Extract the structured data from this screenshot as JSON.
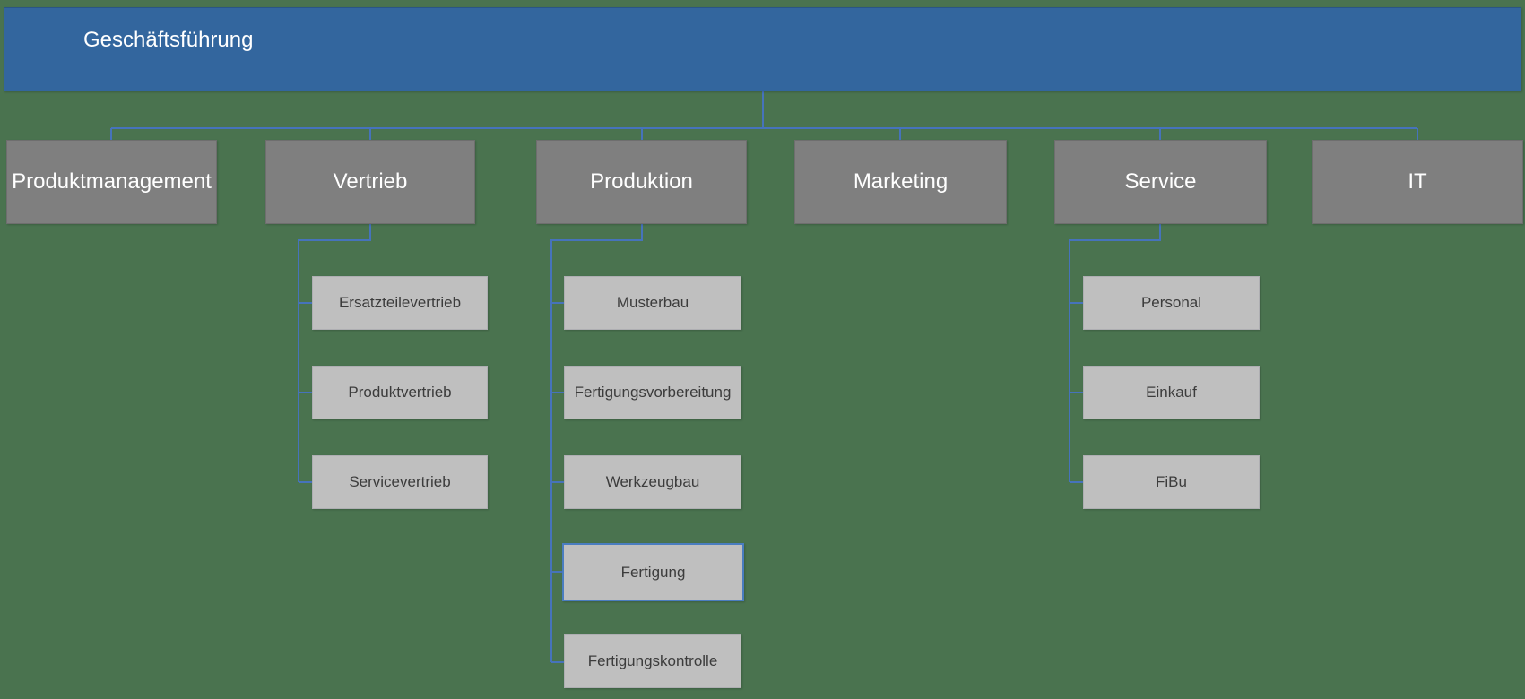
{
  "org_chart": {
    "root": {
      "label": "Geschäftsführung"
    },
    "departments": [
      {
        "label": "Produktmanagement",
        "children": []
      },
      {
        "label": "Vertrieb",
        "children": [
          {
            "label": "Ersatzteilevertrieb"
          },
          {
            "label": "Produktvertrieb"
          },
          {
            "label": "Servicevertrieb"
          }
        ]
      },
      {
        "label": "Produktion",
        "children": [
          {
            "label": "Musterbau"
          },
          {
            "label": "Fertigungsvorbereitung"
          },
          {
            "label": "Werkzeugbau"
          },
          {
            "label": "Fertigung"
          },
          {
            "label": "Fertigungskontrolle"
          }
        ]
      },
      {
        "label": "Marketing",
        "children": []
      },
      {
        "label": "Service",
        "children": [
          {
            "label": "Personal"
          },
          {
            "label": "Einkauf"
          },
          {
            "label": "FiBu"
          }
        ]
      },
      {
        "label": "IT",
        "children": []
      }
    ],
    "selected_node": "Fertigung"
  },
  "colors": {
    "background": "#4a734f",
    "root_fill": "#33669e",
    "root_border": "#2a5585",
    "department_fill": "#7f7f7f",
    "child_fill": "#bfbfbf",
    "child_text": "#3c3c3c",
    "connector": "#4673bb",
    "selection_border": "#4a7dc0"
  }
}
